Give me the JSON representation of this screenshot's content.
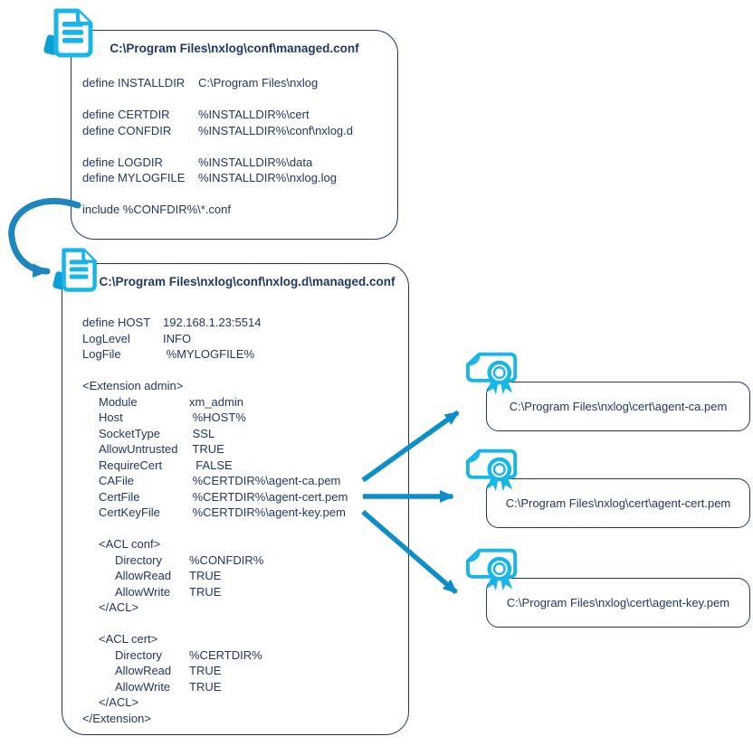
{
  "colors": {
    "accent_cyan": "#18B6E7",
    "accent_cyan_dark": "#0AA0D6",
    "arrow_blue": "#0E8EC9",
    "curved_arrow_blue": "#1D85C0",
    "outline_navy": "#1F3864"
  },
  "box1": {
    "icon": "document-icon",
    "title": "C:\\Program Files\\nxlog\\conf\\managed.conf",
    "lines": [
      {
        "k": "define INSTALLDIR",
        "v": "C:\\Program Files\\nxlog"
      },
      {},
      {
        "k": "define CERTDIR",
        "v": "%INSTALLDIR%\\cert"
      },
      {
        "k": "define CONFDIR",
        "v": "%INSTALLDIR%\\conf\\nxlog.d"
      },
      {},
      {
        "k": "define LOGDIR",
        "v": "%INSTALLDIR%\\data"
      },
      {
        "k": "define MYLOGFILE",
        "v": "%INSTALLDIR%\\nxlog.log"
      },
      {},
      {
        "k": "include %CONFDIR%\\*.conf"
      }
    ]
  },
  "box2": {
    "icon": "document-icon",
    "title": "C:\\Program Files\\nxlog\\conf\\nxlog.d\\managed.conf",
    "header_lines": [
      {
        "k": "define HOST",
        "v": "192.168.1.23:5514"
      },
      {
        "k": "LogLevel",
        "v": "INFO"
      },
      {
        "k": "LogFile",
        "v": " %MYLOGFILE%"
      }
    ],
    "body_lines": [
      {
        "i": 0,
        "k": "<Extension admin>"
      },
      {
        "i": 1,
        "k": "Module",
        "v": "xm_admin"
      },
      {
        "i": 1,
        "k": "Host",
        "v": " %HOST%"
      },
      {
        "i": 1,
        "k": "SocketType",
        "v": " SSL"
      },
      {
        "i": 1,
        "k": "AllowUntrusted",
        "v": " TRUE"
      },
      {
        "i": 1,
        "k": "RequireCert",
        "v": "  FALSE"
      },
      {
        "i": 1,
        "k": "CAFile",
        "v": " %CERTDIR%\\agent-ca.pem"
      },
      {
        "i": 1,
        "k": "CertFile",
        "v": " %CERTDIR%\\agent-cert.pem"
      },
      {
        "i": 1,
        "k": "CertKeyFile",
        "v": " %CERTDIR%\\agent-key.pem"
      },
      {},
      {
        "i": 1,
        "k": "<ACL conf>"
      },
      {
        "i": 2,
        "k": "Directory",
        "v": "%CONFDIR%"
      },
      {
        "i": 2,
        "k": "AllowRead",
        "v": "TRUE"
      },
      {
        "i": 2,
        "k": "AllowWrite",
        "v": "TRUE"
      },
      {
        "i": 1,
        "k": "</ACL>"
      },
      {},
      {
        "i": 1,
        "k": "<ACL cert>"
      },
      {
        "i": 2,
        "k": "Directory",
        "v": "%CERTDIR%"
      },
      {
        "i": 2,
        "k": "AllowRead",
        "v": "TRUE"
      },
      {
        "i": 2,
        "k": "AllowWrite",
        "v": "TRUE"
      },
      {
        "i": 1,
        "k": "</ACL>"
      },
      {
        "i": 0,
        "k": "</Extension>"
      }
    ]
  },
  "cert_files": [
    {
      "icon": "certificate-icon",
      "path": "C:\\Program Files\\nxlog\\cert\\agent-ca.pem"
    },
    {
      "icon": "certificate-icon",
      "path": "C:\\Program Files\\nxlog\\cert\\agent-cert.pem"
    },
    {
      "icon": "certificate-icon",
      "path": "C:\\Program Files\\nxlog\\cert\\agent-key.pem"
    }
  ],
  "connections": [
    {
      "from": "include %CONFDIR%\\*.conf",
      "to": "C:\\Program Files\\nxlog\\conf\\nxlog.d\\managed.conf"
    },
    {
      "from": "CAFile",
      "to": "agent-ca.pem"
    },
    {
      "from": "CertFile",
      "to": "agent-cert.pem"
    },
    {
      "from": "CertKeyFile",
      "to": "agent-key.pem"
    }
  ]
}
